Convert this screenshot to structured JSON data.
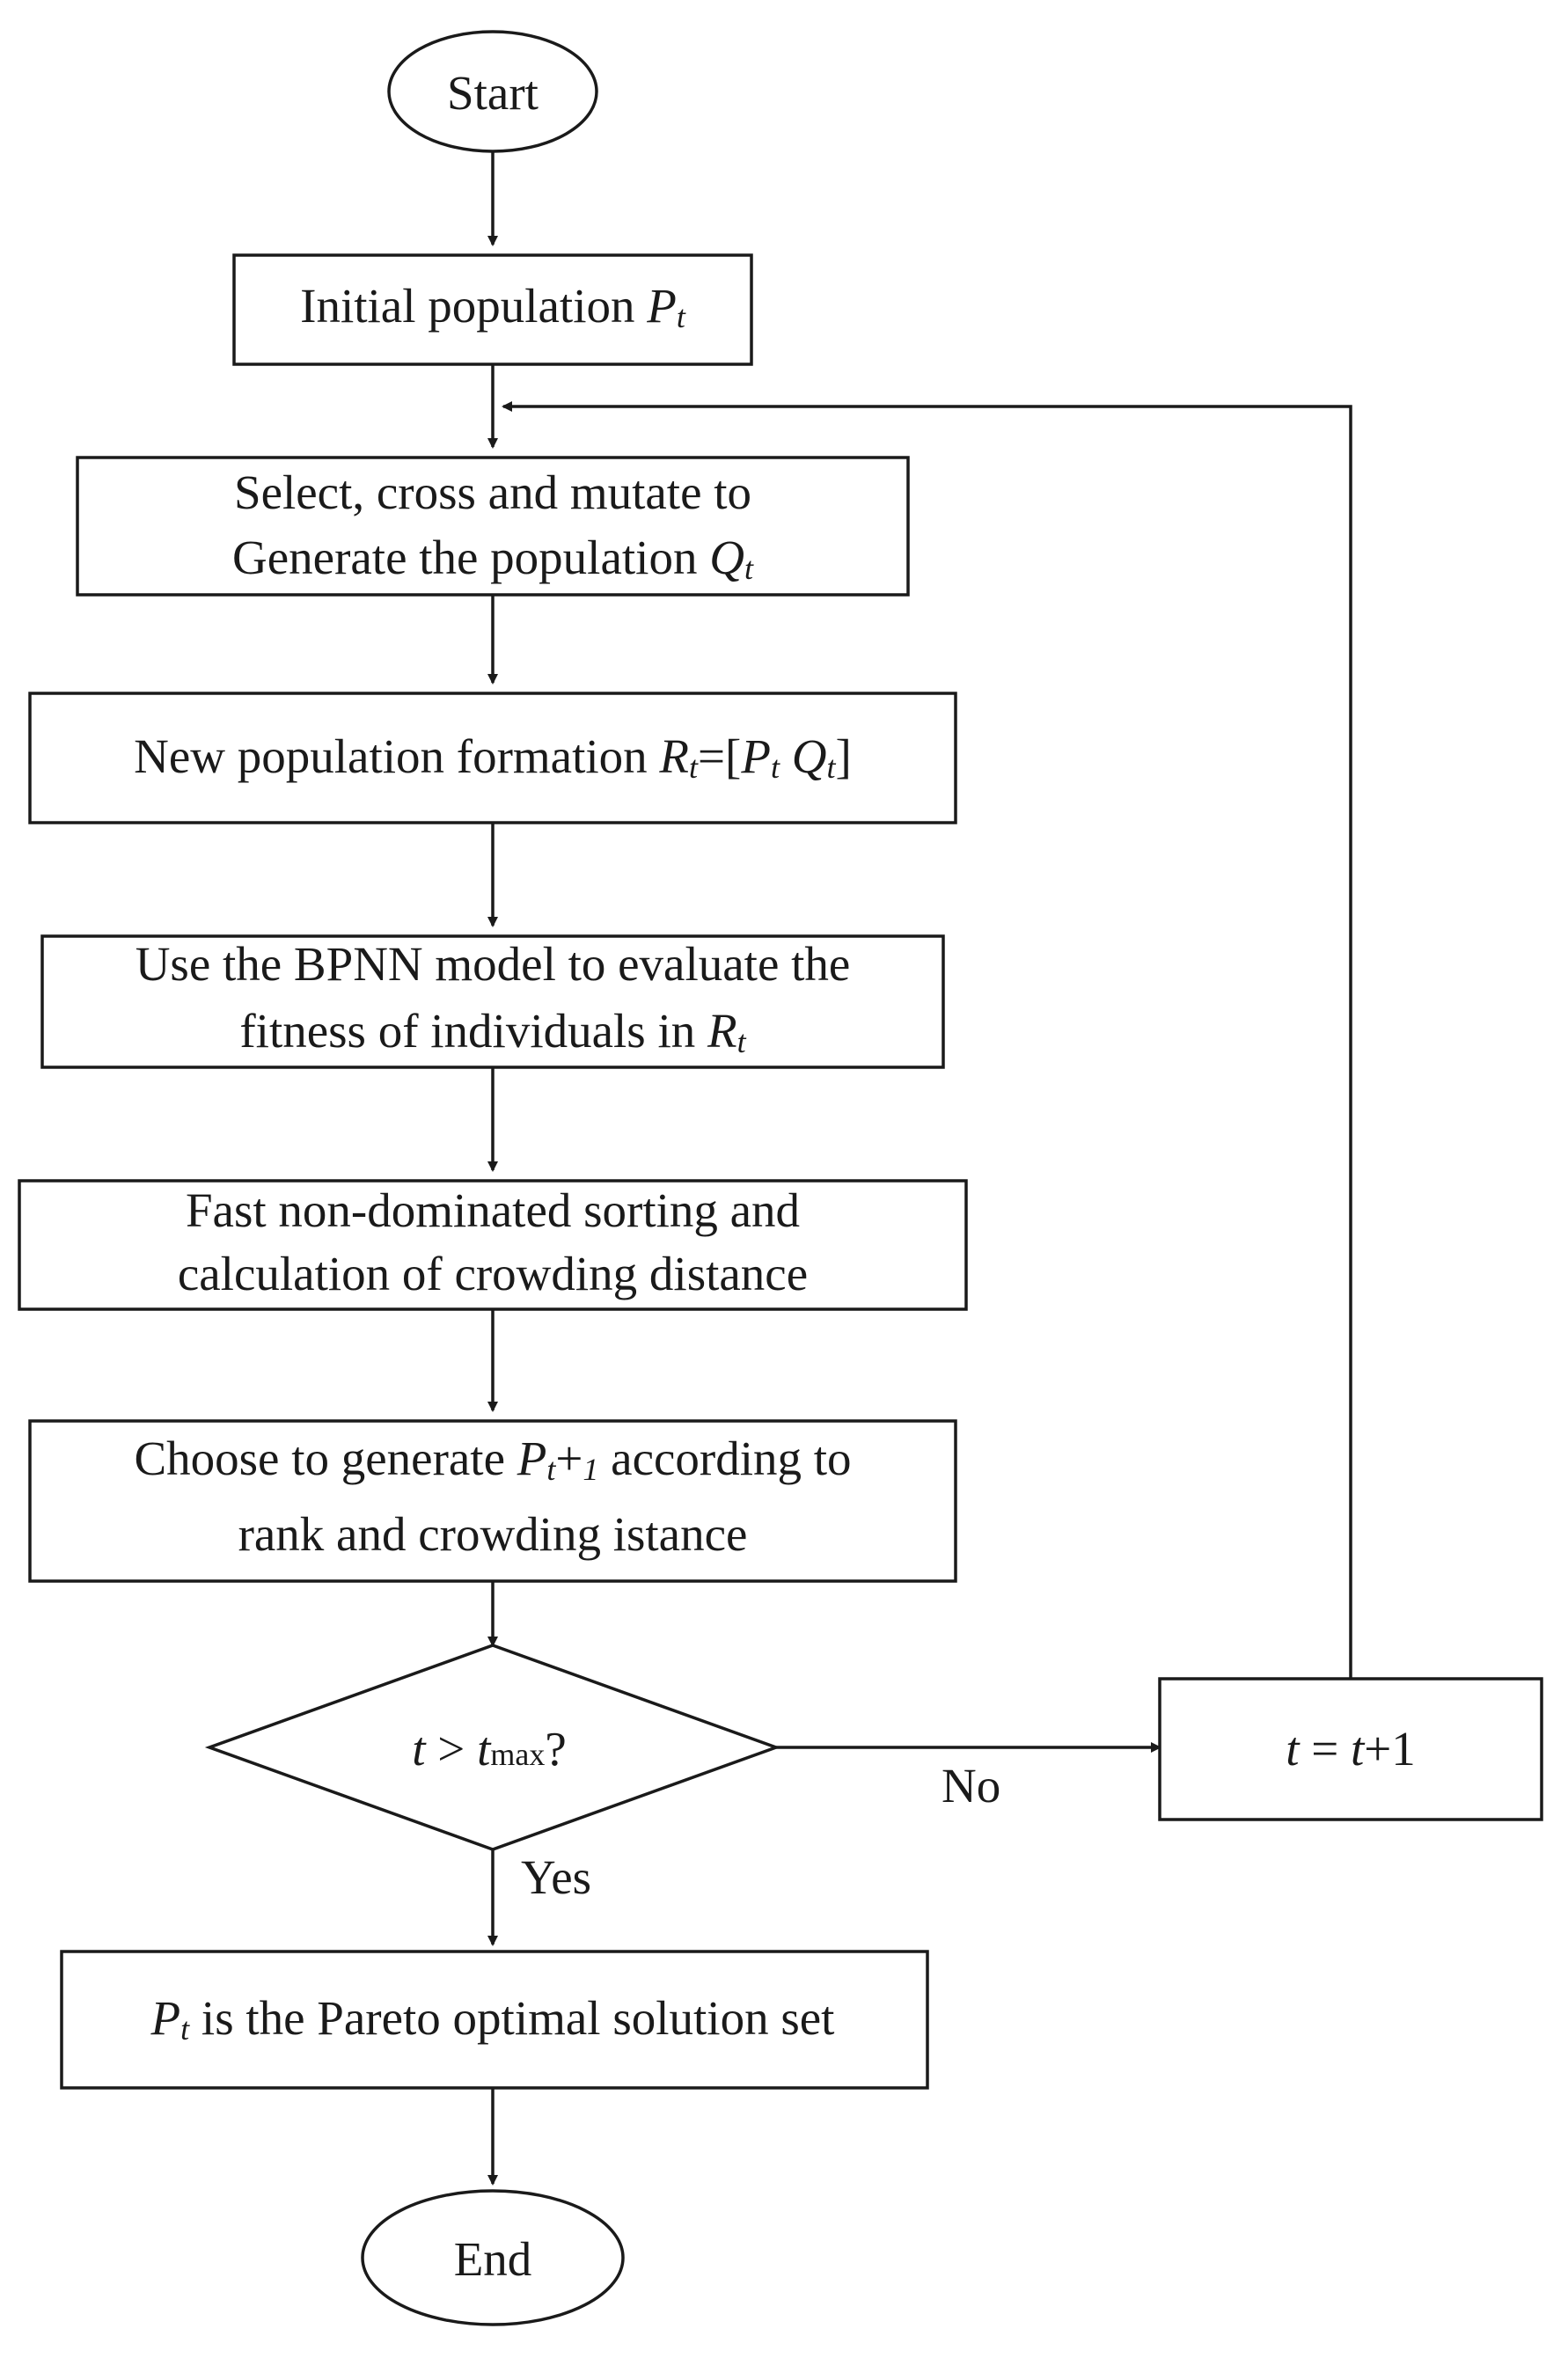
{
  "start": "Start",
  "end": "End",
  "init_label": "Initial population ",
  "init_var": "P",
  "init_var_sub": "t",
  "select_line1": "Select, cross and mutate to",
  "select_line2": "Generate the population ",
  "select_var": "Q",
  "select_var_sub": "t",
  "newpop_label": "New population formation ",
  "newpop_R": "R",
  "newpop_R_sub": "t",
  "newpop_eq": "=[",
  "newpop_P": "P",
  "newpop_P_sub": "t",
  "newpop_space": " ",
  "newpop_Q": "Q",
  "newpop_Q_sub": "t",
  "newpop_close": "]",
  "bpnn_line1": "Use the BPNN model to evaluate the",
  "bpnn_line2": "fitness of individuals in ",
  "bpnn_var": "R",
  "bpnn_var_sub": "t",
  "sort_line1": "Fast non-dominated sorting and",
  "sort_line2": "calculation of crowding distance",
  "choose_prefix": "Choose to generate ",
  "choose_var": "P",
  "choose_var_sub": "t",
  "choose_plus": "+",
  "choose_one": "1",
  "choose_suffix": "  according to",
  "choose_line2": "rank and crowding istance",
  "decision_t": "t",
  "decision_gt": " > ",
  "decision_t2": "t",
  "decision_max": "max",
  "decision_q": "?",
  "no_label": "No",
  "yes_label": "Yes",
  "inc_t": "t",
  "inc_eq": " = ",
  "inc_t2": "t",
  "inc_plus": "+1",
  "pareto_var": "P",
  "pareto_var_sub": "t",
  "pareto_label": "  is the Pareto optimal solution set"
}
